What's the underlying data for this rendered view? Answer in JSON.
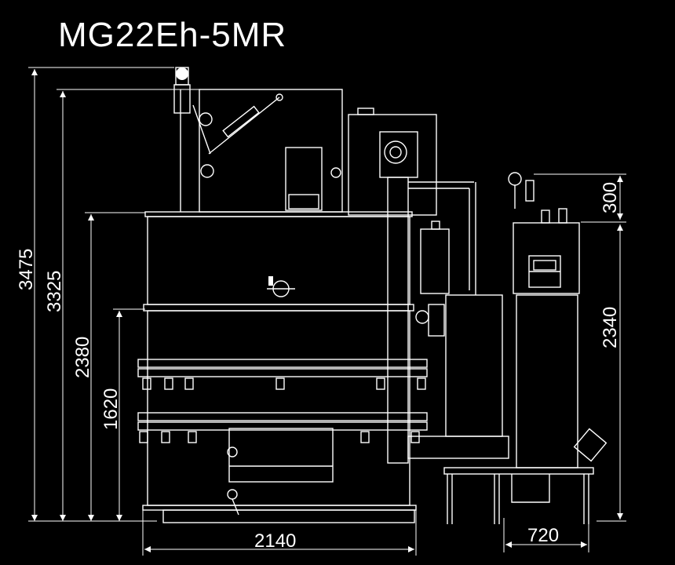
{
  "title": "MG22Eh-5MR",
  "dimensions": {
    "overall_height": "3475",
    "tank_top_height": "3325",
    "upper_tank_height": "2380",
    "lower_tank_height": "1620",
    "tank_width": "2140",
    "side_unit_width": "720",
    "side_unit_top": "300",
    "side_unit_height": "2340"
  }
}
